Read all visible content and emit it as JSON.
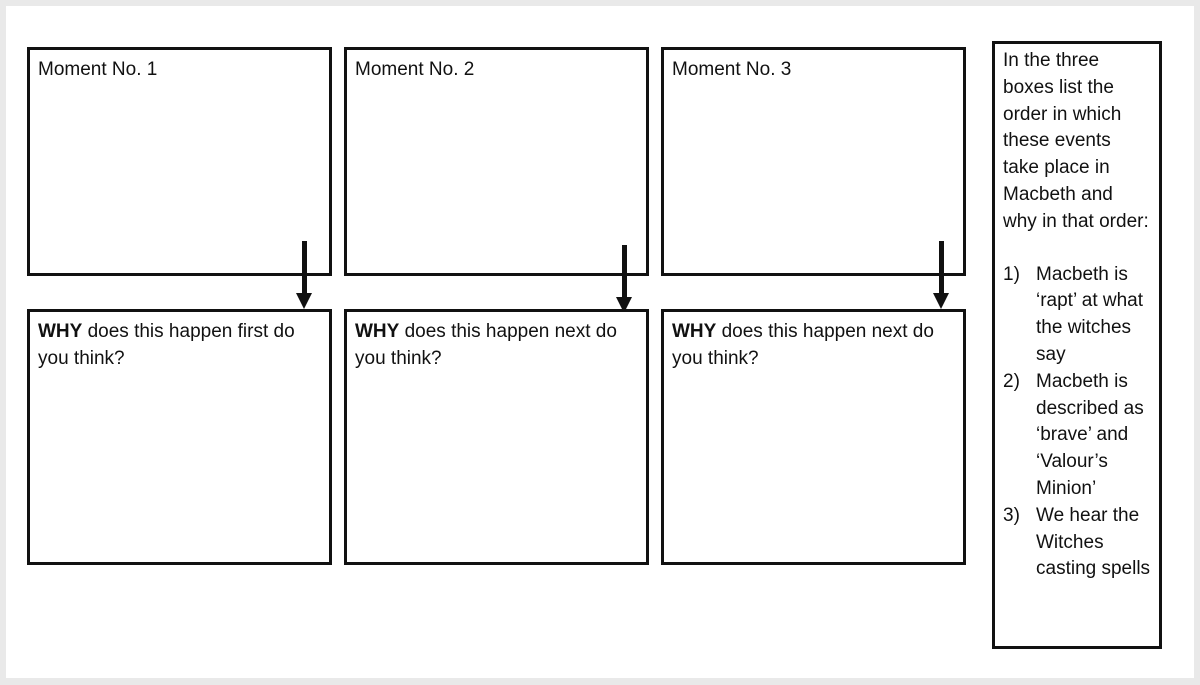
{
  "moments": [
    {
      "title": "Moment No. 1",
      "why_bold": "WHY",
      "why_rest": " does this happen first do you think?"
    },
    {
      "title": "Moment No. 2",
      "why_bold": "WHY",
      "why_rest": " does this happen next do you think?"
    },
    {
      "title": "Moment No. 3",
      "why_bold": "WHY",
      "why_rest": " does this happen next do you think?"
    }
  ],
  "instructions": {
    "intro": "In the three boxes list the order in which these events take place in Macbeth and why in that order:",
    "items": [
      {
        "num": "1)",
        "text": "Macbeth is ‘rapt’ at what the witches say"
      },
      {
        "num": "2)",
        "text": "Macbeth is described as ‘brave’ and ‘Valour’s Minion’"
      },
      {
        "num": "3)",
        "text": "We hear the Witches casting spells"
      }
    ]
  }
}
